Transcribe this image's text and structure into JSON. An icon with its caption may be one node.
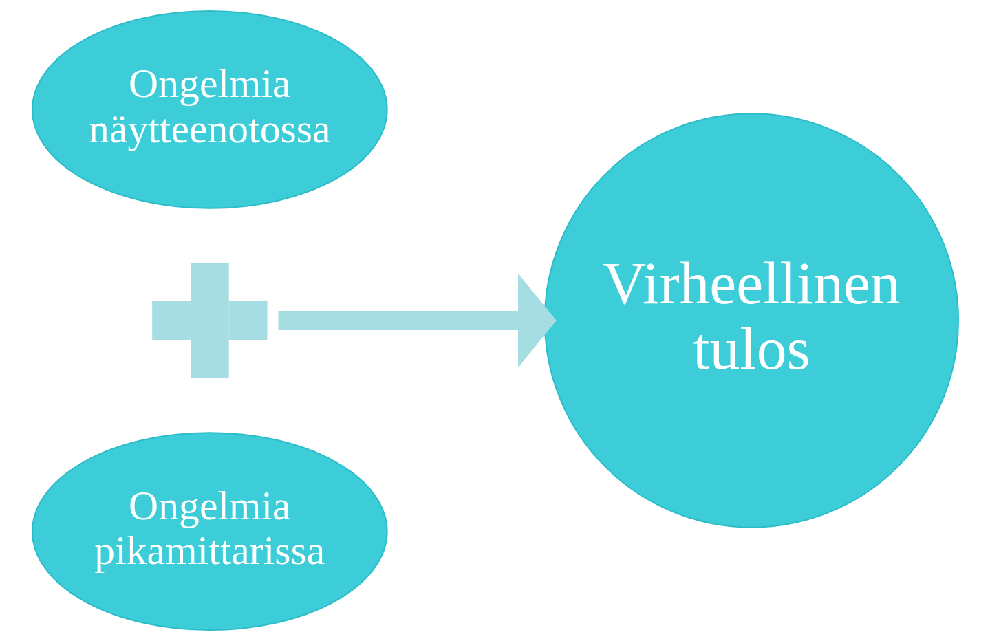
{
  "diagram": {
    "nodes": [
      {
        "text": [
          "Ongelmia näytteenotossa"
        ]
      },
      {
        "text": [],
        "shape": "plus"
      },
      {
        "text": [
          "Ongelmia pikamittarissa"
        ]
      },
      {
        "text": [
          "Virheellinen tulos"
        ]
      }
    ],
    "edges": [
      {
        "from": 1,
        "to": 3,
        "arrow": "to"
      }
    ]
  }
}
